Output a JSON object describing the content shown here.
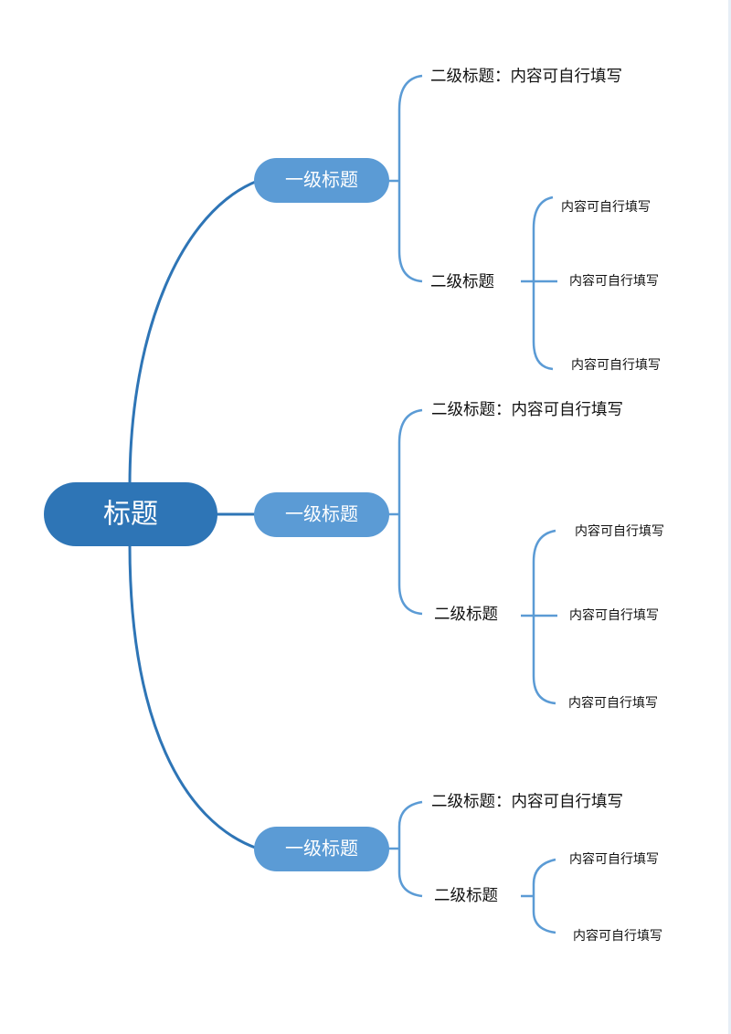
{
  "colors": {
    "root_fill": "#2e75b6",
    "level1_fill": "#5b9bd5",
    "trunk_line": "#2e75b6",
    "branch_line": "#5b9bd5",
    "node_text": "#ffffff",
    "label_text": "#111111"
  },
  "root": {
    "label": "标题"
  },
  "branches": [
    {
      "label": "一级标题",
      "children": [
        {
          "label": "二级标题：内容可自行填写",
          "items": []
        },
        {
          "label": "二级标题",
          "items": [
            "内容可自行填写",
            "内容可自行填写",
            "内容可自行填写"
          ]
        }
      ]
    },
    {
      "label": "一级标题",
      "children": [
        {
          "label": "二级标题：内容可自行填写",
          "items": []
        },
        {
          "label": "二级标题",
          "items": [
            "内容可自行填写",
            "内容可自行填写",
            "内容可自行填写"
          ]
        }
      ]
    },
    {
      "label": "一级标题",
      "children": [
        {
          "label": "二级标题：内容可自行填写",
          "items": []
        },
        {
          "label": "二级标题",
          "items": [
            "内容可自行填写",
            "内容可自行填写"
          ]
        }
      ]
    }
  ]
}
